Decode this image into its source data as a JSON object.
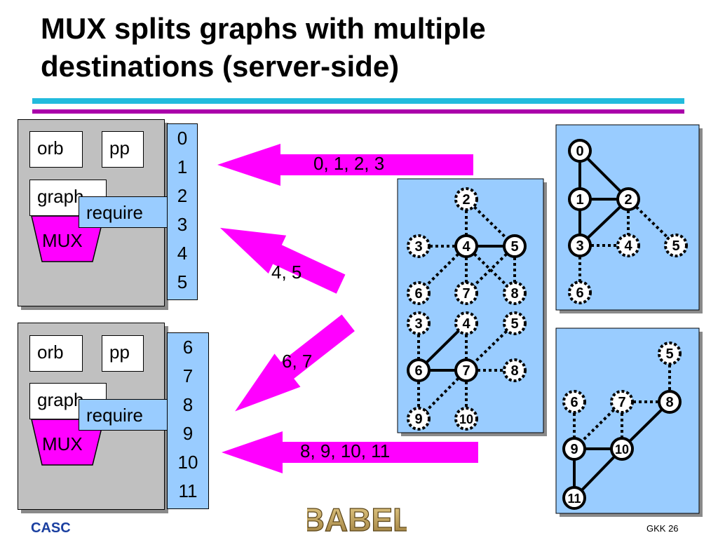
{
  "title_line1": "MUX splits graphs with multiple",
  "title_line2": "destinations (server-side)",
  "colors": {
    "bar_cyan": "#22bbdd",
    "bar_magenta": "#aa00aa",
    "arrow_magenta": "#ff00ff",
    "panel_gray": "#c0c0c0",
    "box_blue": "#99ccff"
  },
  "panels": [
    {
      "orb": "orb",
      "pp": "pp",
      "graph": "graph",
      "require": "require",
      "mux": "MUX",
      "numbers": [
        "0",
        "1",
        "2",
        "3",
        "4",
        "5"
      ]
    },
    {
      "orb": "orb",
      "pp": "pp",
      "graph": "graph",
      "require": "require",
      "mux": "MUX",
      "numbers": [
        "6",
        "7",
        "8",
        "9",
        "10",
        "11"
      ]
    }
  ],
  "arrows": [
    {
      "label": "0, 1, 2, 3",
      "direction": "left"
    },
    {
      "label": "4, 5",
      "direction": "left-up"
    },
    {
      "label": "6, 7",
      "direction": "left-down"
    },
    {
      "label": "8, 9, 10, 11",
      "direction": "left"
    }
  ],
  "graphs": {
    "middle_nodes": [
      "2",
      "3",
      "4",
      "5",
      "6",
      "7",
      "8",
      "3",
      "4",
      "5",
      "6",
      "7",
      "8",
      "9",
      "10"
    ],
    "top_right_nodes": [
      "0",
      "1",
      "2",
      "3",
      "4",
      "5",
      "6"
    ],
    "bottom_right_nodes": [
      "5",
      "6",
      "7",
      "8",
      "9",
      "10",
      "11"
    ]
  },
  "footer": {
    "left": "CASC",
    "logo_text": "BABEL",
    "right": "GKK 26"
  }
}
